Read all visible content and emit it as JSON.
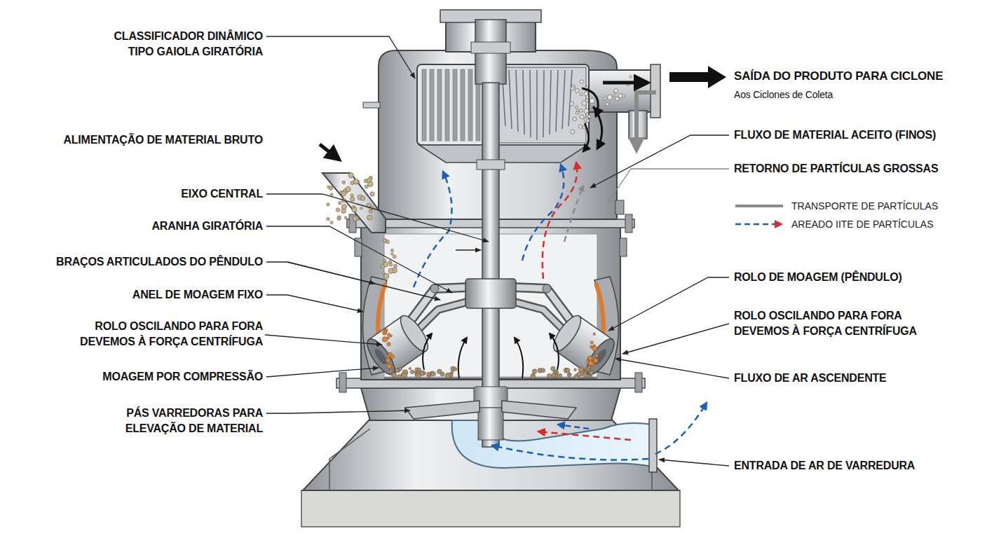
{
  "diagram": {
    "labels": [
      "CLASSIFICADOR DINÂMICO TIPO GAIOLA GIRATÓRIA",
      "ALIMENTAÇÃO DE MATERIAL BRUTO",
      "EIXO CENTRAL",
      "ARANHA GIRATÓRIA",
      "BRAÇOS ARTICULADOS DO PÊNDULO",
      "ANEL DE MOAGEM FIXO",
      "ROLO OSCILANDO PARA FORA DEVEMOS À FORÇA CENTRÍFUGA",
      "MOAGEM POR COMPRESSÃO",
      "PÁS VARREDORAS PARA ELEVAÇÃO DE MATERIAL",
      "SAÍDA DO PRODUTO PARA CICLONE",
      "Aos Ciclones de Coleta",
      "FLUXO DE MATERIAL ACEITO (FINOS)",
      "RETORNO DE PARTÍCULAS GROSSAS",
      "ROLO DE MOAGEM (PÊNDULO)",
      "ROLO OSCILANDO PARA FORA DEVEMOS À FORÇA CENTRÍFUGA",
      "FLUXO DE AR ASCENDENTE",
      "ENTRADA DE AR DE VARREDURA"
    ],
    "legend": [
      {
        "text": "TRANSPORTE DE PARTÍCULAS"
      },
      {
        "text": "AREADO IITE DE PARTÍCULAS"
      }
    ]
  }
}
